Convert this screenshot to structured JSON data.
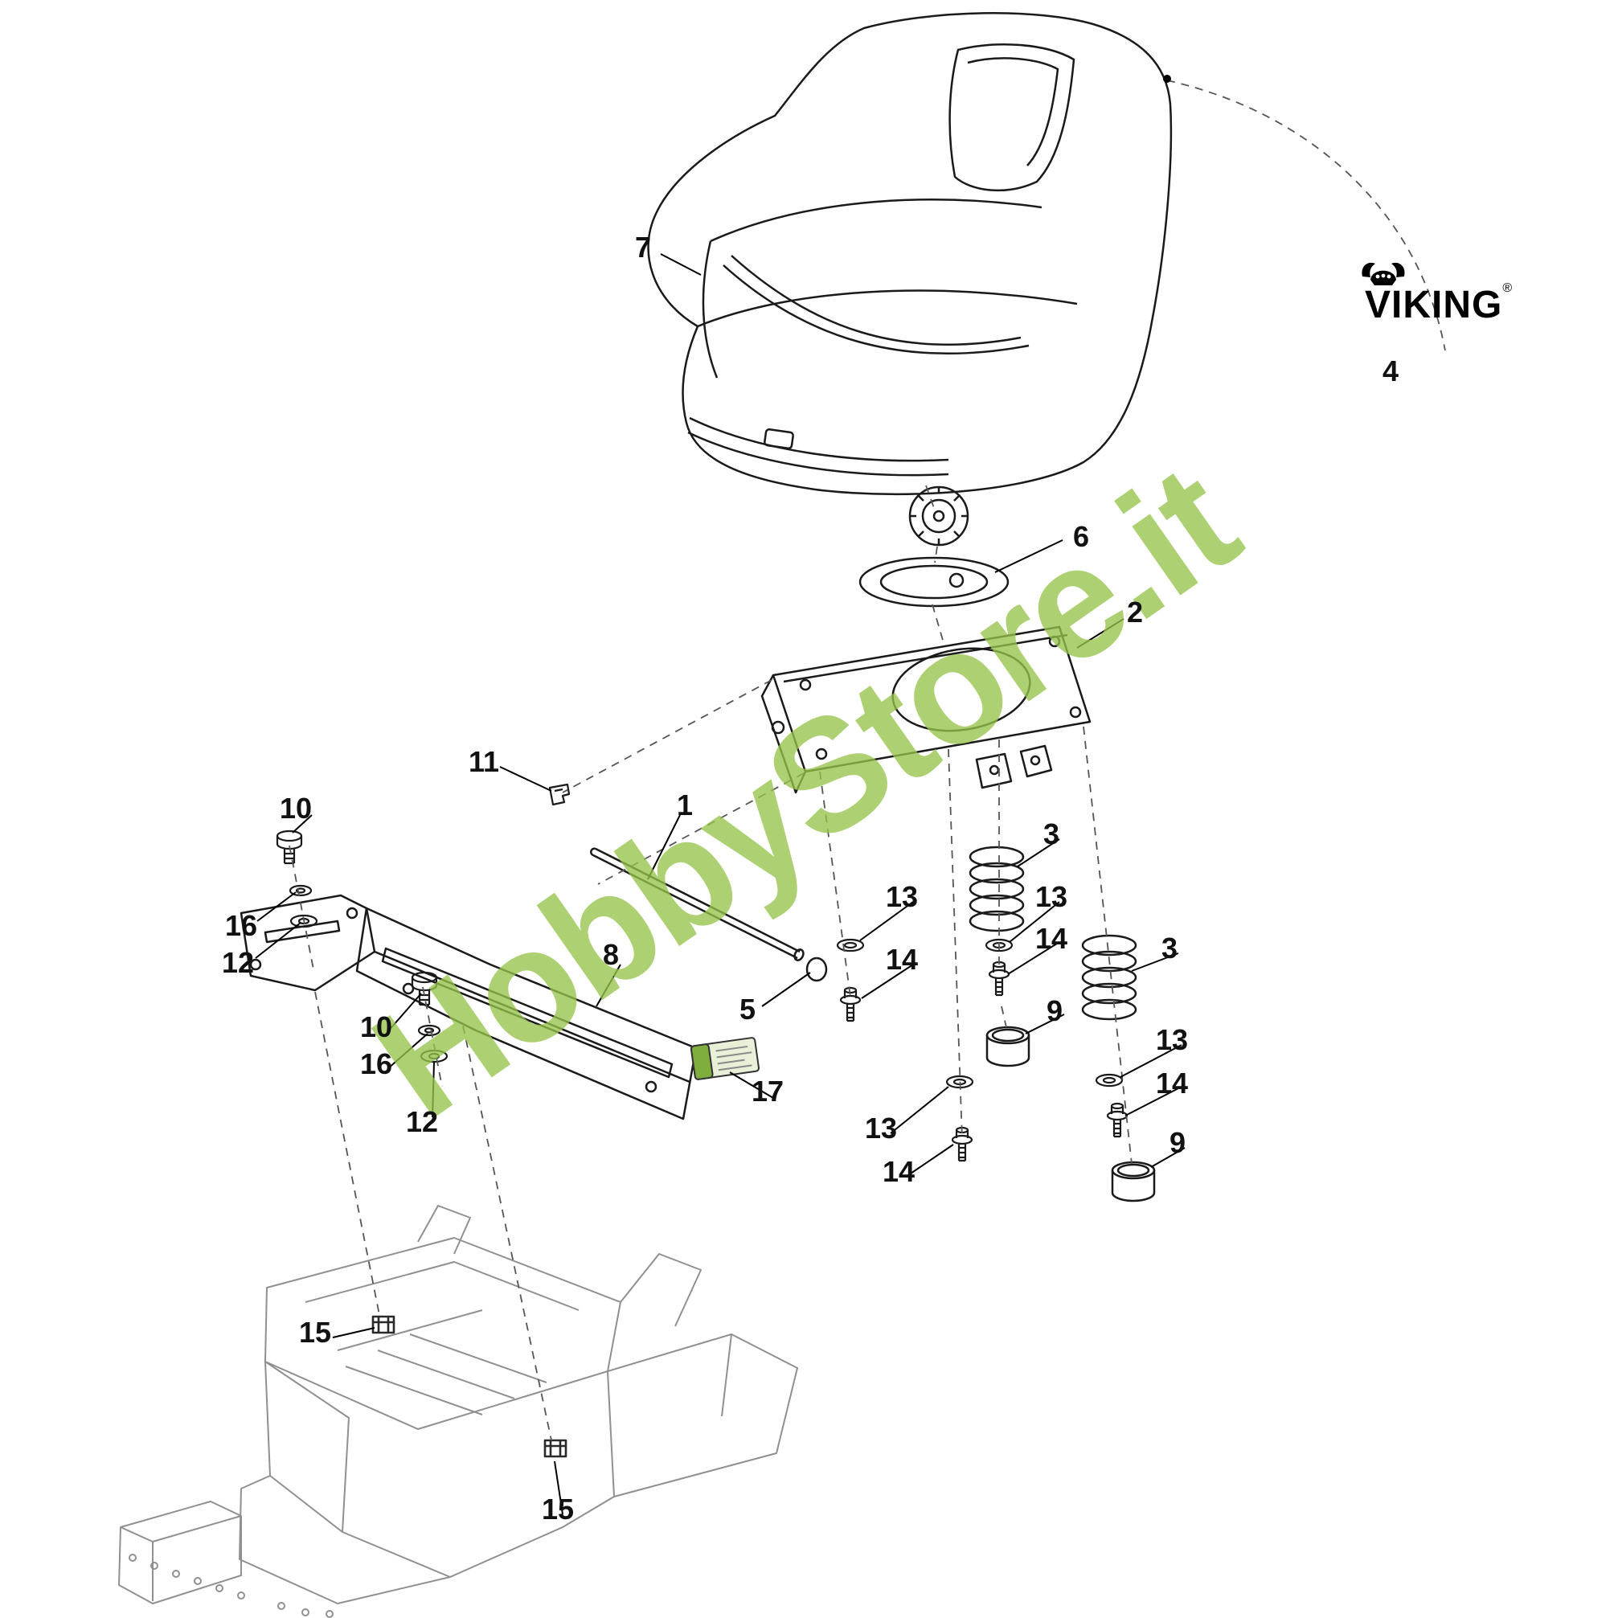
{
  "diagram": {
    "watermark": {
      "text": "HobbyStore.it",
      "color": "#96C44A"
    },
    "brand": {
      "name": "VIKING",
      "registered": "®"
    },
    "callouts": [
      {
        "label": "7"
      },
      {
        "label": "4"
      },
      {
        "label": "6"
      },
      {
        "label": "2"
      },
      {
        "label": "11"
      },
      {
        "label": "1"
      },
      {
        "label": "10"
      },
      {
        "label": "16"
      },
      {
        "label": "12"
      },
      {
        "label": "8"
      },
      {
        "label": "5"
      },
      {
        "label": "13"
      },
      {
        "label": "14"
      },
      {
        "label": "3"
      },
      {
        "label": "13"
      },
      {
        "label": "14"
      },
      {
        "label": "9"
      },
      {
        "label": "3"
      },
      {
        "label": "13"
      },
      {
        "label": "14"
      },
      {
        "label": "10"
      },
      {
        "label": "16"
      },
      {
        "label": "12"
      },
      {
        "label": "17"
      },
      {
        "label": "13"
      },
      {
        "label": "14"
      },
      {
        "label": "9"
      },
      {
        "label": "15"
      },
      {
        "label": "15"
      }
    ]
  }
}
